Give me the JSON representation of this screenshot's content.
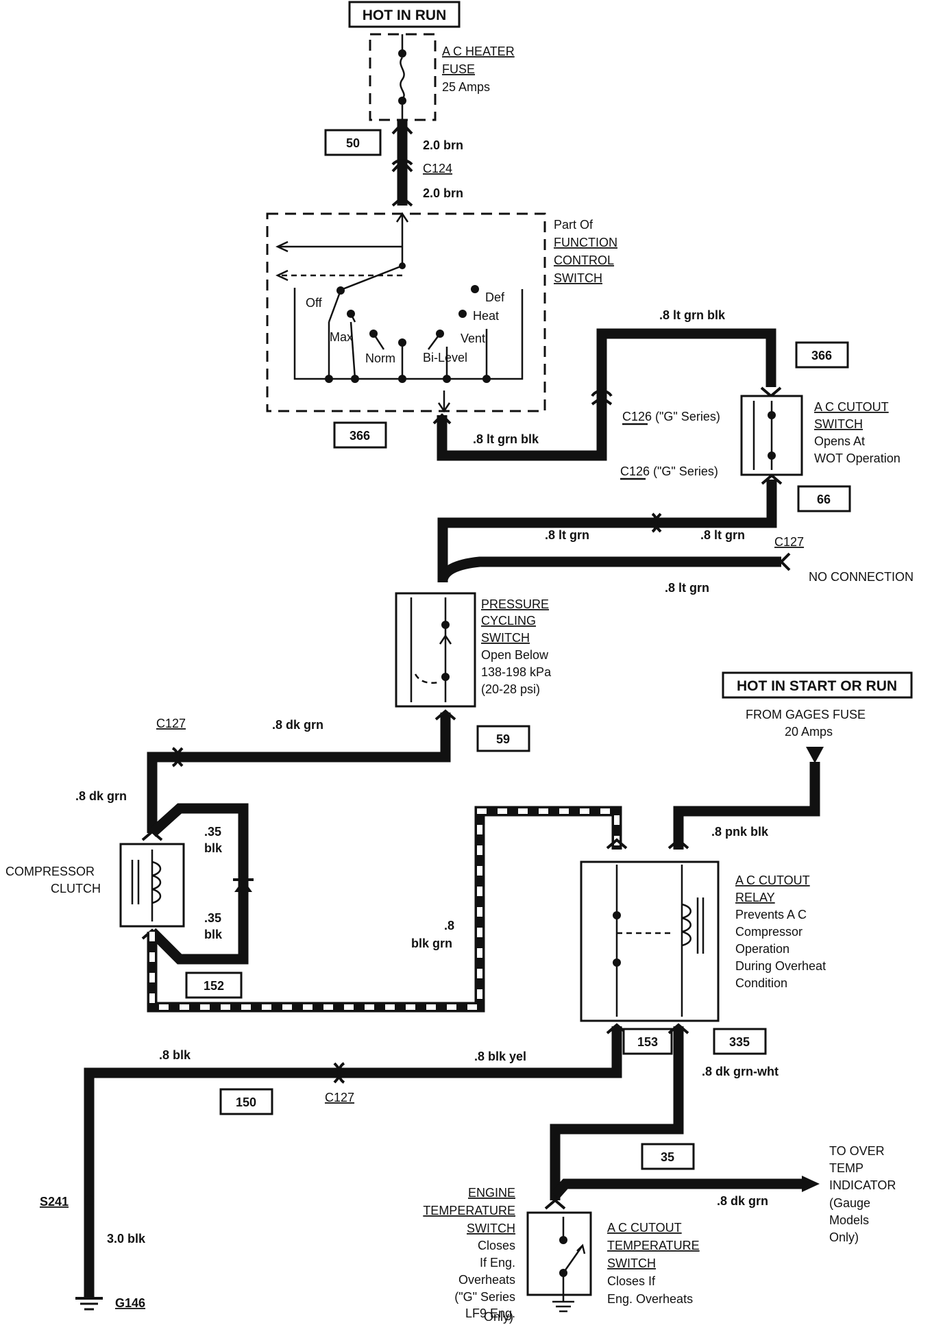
{
  "hot_in_run": "HOT IN RUN",
  "hot_in_start_or_run": "HOT IN START OR RUN",
  "fuse": {
    "line1": "A C HEATER",
    "line2": "FUSE",
    "line3": "25 Amps"
  },
  "gages_fuse": {
    "line1": "FROM GAGES FUSE",
    "line2": "20 Amps"
  },
  "circuit_numbers": {
    "c50": "50",
    "c366a": "366",
    "c366b": "366",
    "c66": "66",
    "c59": "59",
    "c152": "152",
    "c153": "153",
    "c335": "335",
    "c150": "150",
    "c35": "35"
  },
  "wires": {
    "w_20brn_a": "2.0 brn",
    "w_20brn_b": "2.0 brn",
    "w_ltgrnblk_a": ".8 lt grn blk",
    "w_ltgrnblk_b": ".8 lt grn blk",
    "w_ltgrn_a": ".8 lt grn",
    "w_ltgrn_b": ".8 lt grn",
    "w_ltgrn_c": ".8 lt grn",
    "w_dkgrn_a": ".8 dk grn",
    "w_dkgrn_b": ".8 dk grn",
    "w_35blk_a1": ".35",
    "w_35blk_a2": "blk",
    "w_35blk_b1": ".35",
    "w_35blk_b2": "blk",
    "w_blkgrn1": ".8",
    "w_blkgrn2": "blk grn",
    "w_pnkblk": ".8 pnk blk",
    "w_blk": ".8 blk",
    "w_blkyel": ".8 blk yel",
    "w_dkgrnwht": ".8 dk grn-wht",
    "w_dkgrn_c": ".8 dk grn",
    "w_30blk": "3.0 blk"
  },
  "connectors": {
    "c124": "C124",
    "c126_a": "C126 (\"G\" Series)",
    "c126_b": "C126 (\"G\" Series)",
    "c127_a": "C127",
    "c127_b": "C127",
    "c127_c": "C127",
    "s241": "S241",
    "g146": "G146"
  },
  "function_switch": {
    "line1": "Part Of",
    "line2": "FUNCTION",
    "line3": "CONTROL",
    "line4": "SWITCH",
    "positions": {
      "off": "Off",
      "max": "Max",
      "norm": "Norm",
      "bilevel": "Bi-Level",
      "vent": "Vent",
      "heat": "Heat",
      "def": "Def"
    }
  },
  "cutout_switch": {
    "line1": "A C CUTOUT",
    "line2": "SWITCH",
    "line3": "Opens At",
    "line4": "WOT Operation"
  },
  "no_connection": "NO CONNECTION",
  "pressure_switch": {
    "line1": "PRESSURE",
    "line2": "CYCLING",
    "line3": "SWITCH",
    "line4": "Open Below",
    "line5": "138-198 kPa",
    "line6": "(20-28 psi)"
  },
  "compressor": {
    "line1": "COMPRESSOR",
    "line2": "CLUTCH"
  },
  "relay": {
    "line1": "A C CUTOUT",
    "line2": "RELAY",
    "line3": "Prevents A C",
    "line4": "Compressor",
    "line5": "Operation",
    "line6": "During Overheat",
    "line7": "Condition"
  },
  "over_temp": {
    "line1": "TO OVER",
    "line2": "TEMP",
    "line3": "INDICATOR",
    "line4": "(Gauge",
    "line5": "Models",
    "line6": "Only)"
  },
  "engine_temp_switch": {
    "line1": "ENGINE",
    "line2": "TEMPERATURE",
    "line3": "SWITCH",
    "line4": "Closes",
    "line5": "If Eng.",
    "line6": "Overheats",
    "line7": "(\"G\" Series",
    "line8": "LF9 Eng.",
    "line9": "Only)"
  },
  "cutout_temp_switch": {
    "line1": "A C CUTOUT",
    "line2": "TEMPERATURE",
    "line3": "SWITCH",
    "line4": "Closes If",
    "line5": "Eng. Overheats"
  }
}
